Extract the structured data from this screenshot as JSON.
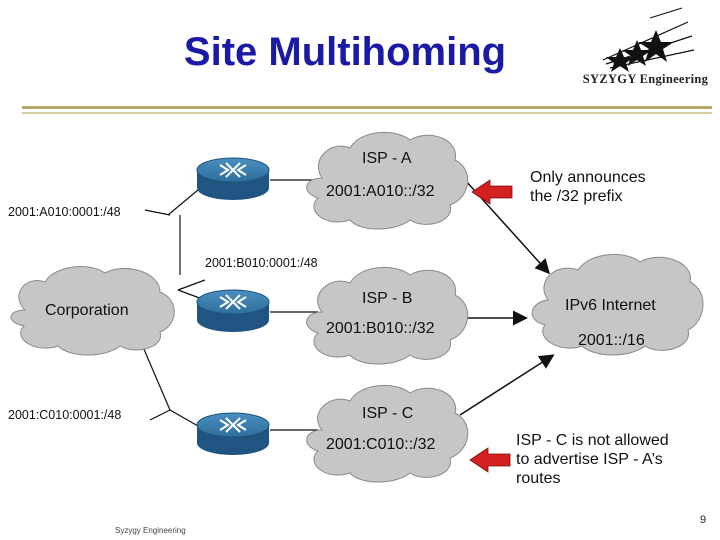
{
  "slide": {
    "title": "Site Multihoming",
    "brand": "SYZYGY Engineering",
    "footer": "Syzygy Engineering",
    "page_number": "9"
  },
  "prefixes": {
    "a": "2001:A010:0001:/48",
    "b": "2001:B010:0001:/48",
    "c": "2001:C010:0001:/48"
  },
  "clouds": {
    "isp_a": {
      "name": "ISP - A",
      "prefix": "2001:A010::/32"
    },
    "isp_b": {
      "name": "ISP - B",
      "prefix": "2001:B010::/32"
    },
    "isp_c": {
      "name": "ISP - C",
      "prefix": "2001:C010::/32"
    },
    "corporation": {
      "name": "Corporation"
    },
    "internet": {
      "name": "IPv6 Internet",
      "prefix": "2001::/16"
    }
  },
  "notes": {
    "top": [
      "Only announces",
      "the /32 prefix"
    ],
    "bottom": [
      "ISP - C is not allowed",
      "to advertise ISP - A’s",
      "routes"
    ]
  },
  "colors": {
    "title": "#1a1aa6",
    "cloud_fill": "#c6c6c6",
    "router_fill": "#2e6e9c",
    "arrow_red": "#d42020",
    "rule": "#b9a66a"
  },
  "icons": [
    "router-icon",
    "cloud-shape",
    "star-logo-icon"
  ]
}
